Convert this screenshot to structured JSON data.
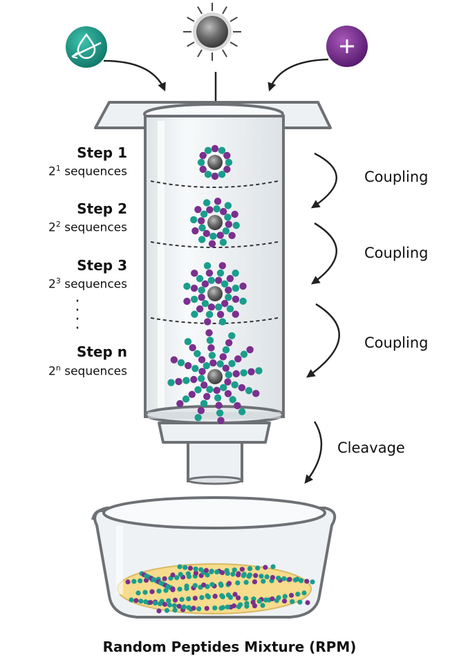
{
  "steps": [
    {
      "title": "Step 1",
      "base": "2",
      "exp": "1",
      "text": "sequences"
    },
    {
      "title": "Step 2",
      "base": "2",
      "exp": "2",
      "text": "sequences"
    },
    {
      "title": "Step 3",
      "base": "2",
      "exp": "3",
      "text": "sequences"
    },
    {
      "title": "Step n",
      "base": "2",
      "exp": "n",
      "text": "sequences"
    }
  ],
  "processes": {
    "coupling_1": "Coupling",
    "coupling_2": "Coupling",
    "coupling_3": "Coupling",
    "cleavage": "Cleavage"
  },
  "caption": "Random Peptides Mixture (RPM)",
  "icons": {
    "left": "deprotection-icon",
    "center": "resin-bead-icon",
    "right": "amino-acid-plus-icon"
  },
  "colors": {
    "teal": "#1a9e8c",
    "purple": "#7b2f8e",
    "bead": "#6d6d6d",
    "glass": "#e9edf0",
    "outline": "#707478",
    "solution": "#f6dc8c"
  }
}
